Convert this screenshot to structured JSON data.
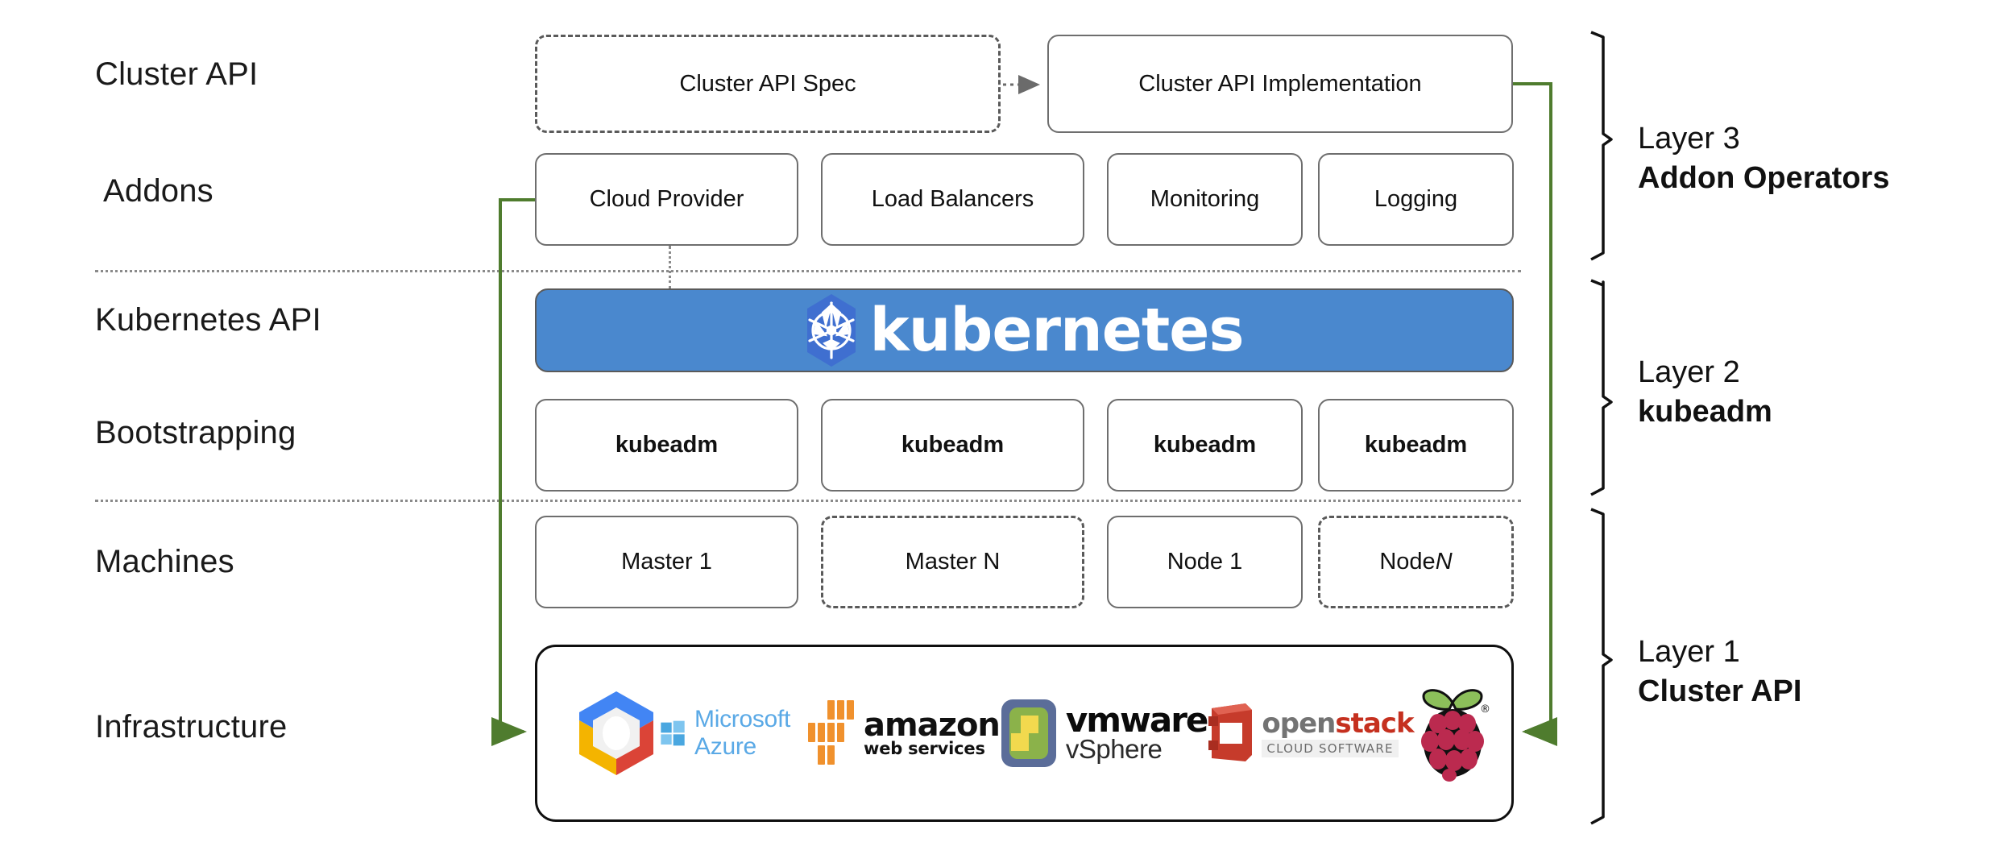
{
  "diagram": {
    "title": "Kubernetes Cluster API layered architecture",
    "colors": {
      "kubernetes_blue": "#4a88ce",
      "arrow_green": "#4f7c2e",
      "box_border_gray": "#6e6e6e",
      "separator_gray": "#8a8a8a"
    },
    "row_labels": [
      {
        "id": "cluster-api",
        "text": "Cluster API"
      },
      {
        "id": "addons",
        "text": "Addons"
      },
      {
        "id": "kubernetes-api",
        "text": "Kubernetes API"
      },
      {
        "id": "bootstrapping",
        "text": "Bootstrapping"
      },
      {
        "id": "machines",
        "text": "Machines"
      },
      {
        "id": "infrastructure",
        "text": "Infrastructure"
      }
    ],
    "cluster_api_row": {
      "spec": {
        "text": "Cluster API Spec",
        "style": "dashed"
      },
      "implementation": {
        "text": "Cluster API Implementation",
        "style": "solid"
      }
    },
    "addons_row": [
      {
        "text": "Cloud Provider"
      },
      {
        "text": "Load Balancers"
      },
      {
        "text": "Monitoring"
      },
      {
        "text": "Logging"
      }
    ],
    "kubernetes_banner": {
      "wordmark": "kubernetes",
      "logo_icon": "kubernetes-helm-wheel-icon"
    },
    "bootstrapping_row": [
      {
        "text": "kubeadm"
      },
      {
        "text": "kubeadm"
      },
      {
        "text": "kubeadm"
      },
      {
        "text": "kubeadm"
      }
    ],
    "machines_row": [
      {
        "text": "Master 1",
        "style": "solid",
        "italic_suffix": ""
      },
      {
        "text": "Master N",
        "style": "dashed",
        "italic_suffix": ""
      },
      {
        "text": "Node 1",
        "style": "solid",
        "italic_suffix": ""
      },
      {
        "text": "Node ",
        "style": "dashed",
        "italic_suffix": "N"
      }
    ],
    "infrastructure_logos": [
      {
        "id": "google-cloud-platform",
        "name": "Google Cloud Platform",
        "label": ""
      },
      {
        "id": "microsoft-azure",
        "name": "Microsoft Azure",
        "label": "Microsoft Azure"
      },
      {
        "id": "amazon-web-services",
        "name": "Amazon Web Services",
        "label": "amazon",
        "sublabel": "web services"
      },
      {
        "id": "vmware-vsphere",
        "name": "VMware vSphere",
        "label": "vmware",
        "sublabel": "vSphere"
      },
      {
        "id": "openstack",
        "name": "OpenStack",
        "label_a": "open",
        "label_b": "stack",
        "sublabel": "CLOUD SOFTWARE"
      },
      {
        "id": "raspberry-pi",
        "name": "Raspberry Pi",
        "label": ""
      }
    ],
    "layers": [
      {
        "id": "layer-3",
        "number": "Layer 3",
        "name": "Addon Operators"
      },
      {
        "id": "layer-2",
        "number": "Layer 2",
        "name": "kubeadm"
      },
      {
        "id": "layer-1",
        "number": "Layer 1",
        "name": "Cluster API"
      }
    ]
  }
}
